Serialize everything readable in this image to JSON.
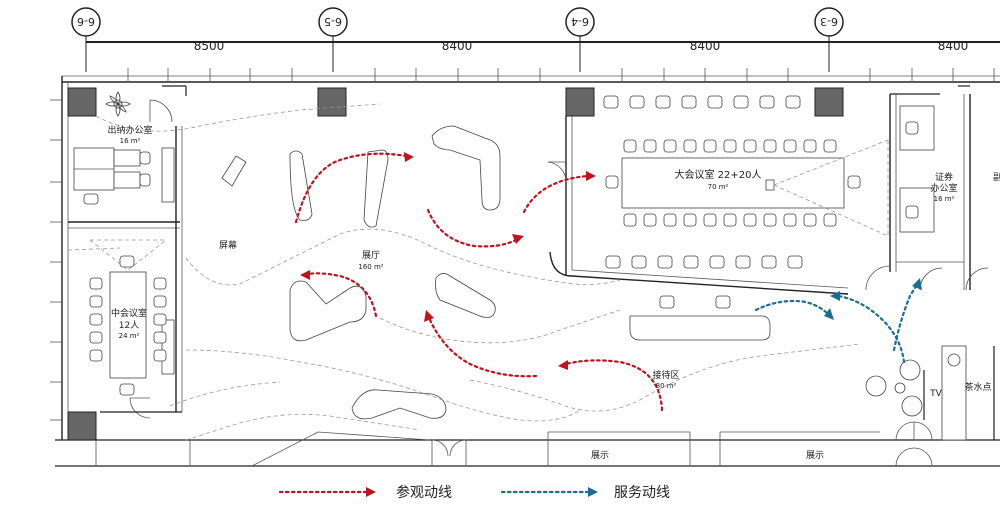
{
  "axes": [
    "6-6",
    "6-5",
    "6-4",
    "6-3"
  ],
  "dimensions": [
    "8500",
    "8400",
    "8400",
    "8400"
  ],
  "rooms": {
    "finance_office": {
      "name": "出纳办公室",
      "area": "16 m²"
    },
    "mid_meeting": {
      "name": "中会议室",
      "capacity": "12人",
      "area": "24 m²"
    },
    "hall": {
      "name": "展厅",
      "area": "160 m²"
    },
    "big_meeting": {
      "name": "大会议室 22+20人",
      "area": "70 m²"
    },
    "securities_office": {
      "name": "证券",
      "name2": "办公室",
      "area": "16 m²"
    },
    "reception": {
      "name": "接待区",
      "area": "80 m²"
    },
    "screen": "屏幕",
    "tv": "TV",
    "tea": "茶水点",
    "display_1": "展示",
    "display_2": "展示",
    "cut_off": "副"
  },
  "legend": {
    "visit": {
      "label": "参观动线",
      "color": "#c1121f"
    },
    "service": {
      "label": "服务动线",
      "color": "#1a6e96"
    }
  }
}
